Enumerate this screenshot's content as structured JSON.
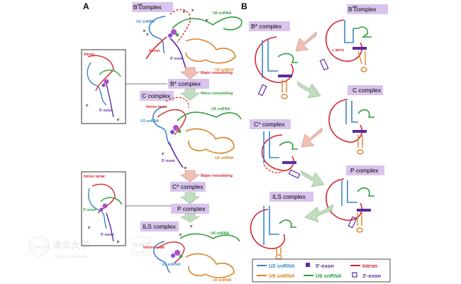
{
  "panels": {
    "a": "A",
    "b": "B"
  },
  "panel_a": {
    "complexes": {
      "bact": "B complex",
      "bstar": "B* complex",
      "c": "C complex",
      "cstar": "C* complex",
      "p": "P complex",
      "ils": "ILS complex"
    },
    "bact_superscript": "act",
    "steps": {
      "bact_to_bstar": "Major remodeling",
      "bstar_to_c": "Minor remodeling",
      "c_to_cstar": "Major remodeling"
    },
    "labels": {
      "bact": {
        "u2": "U2 snRNA",
        "u6": "U6 snRNA",
        "u5": "U5 snRNA",
        "intron": "Intron",
        "exon5": "5'-exon",
        "p5a": "5'",
        "p3a": "3'",
        "p5b": "5'",
        "p3b": "3'",
        "p5c": "5'"
      },
      "c": {
        "lariat": "Intron\nlariat",
        "u2": "U2 snRNA",
        "u6": "U6 snRNA",
        "u5": "U5 snRNA",
        "exon5": "5'-exon",
        "p3": "3'",
        "p5": "5'"
      },
      "ils": {
        "lariat": "Intron\nlariat",
        "u2": "U2 snRNA",
        "u6": "U6 snRNA",
        "u5": "U5 snRNA",
        "p5": "5'",
        "p3": "3'"
      },
      "inset_top": {
        "intron": "Intron",
        "exon5": "5'-exon",
        "p3": "3'",
        "p5": "5'"
      },
      "inset_bottom": {
        "lariat": "Intron\nlariat",
        "exon3": "3'-exon",
        "exon5": "5'-exon",
        "p3": "3'",
        "p5": "5'"
      }
    }
  },
  "panel_b": {
    "complexes": {
      "bact": "B complex",
      "bstar": "B* complex",
      "c": "C complex",
      "cstar": "C* complex",
      "p": "P complex",
      "ils": "ILS complex"
    },
    "bact_superscript": "act",
    "bps_label": "A\n(BPS)"
  },
  "legend": [
    {
      "label": "U2 snRNA",
      "color": "#3a86c8",
      "kind": "line"
    },
    {
      "label": "U5 snRNA",
      "color": "#d7852b",
      "kind": "line"
    },
    {
      "label": "5'-exon",
      "color": "#5b2c9e",
      "kind": "filled-square"
    },
    {
      "label": "U6 snRNA",
      "color": "#2f9e3a",
      "kind": "line"
    },
    {
      "label": "Intron",
      "color": "#d7262c",
      "kind": "line"
    },
    {
      "label": "3'-exon",
      "color": "#5b2c9e",
      "kind": "open-square"
    }
  ],
  "watermark": {
    "seal_text": "TSINGHUA",
    "cn_name": "清华大学",
    "en_name": "Tsinghua University",
    "news": "NEWS",
    "cn_news": "新闻网"
  },
  "colors": {
    "u2": "#3a86c8",
    "u6": "#2f9e3a",
    "u5": "#d7852b",
    "intron": "#d7262c",
    "exon": "#5b2c9e",
    "box": "#d8c4ec",
    "arrow_red": "#f1c0b5",
    "arrow_green": "#c2dcc0"
  }
}
